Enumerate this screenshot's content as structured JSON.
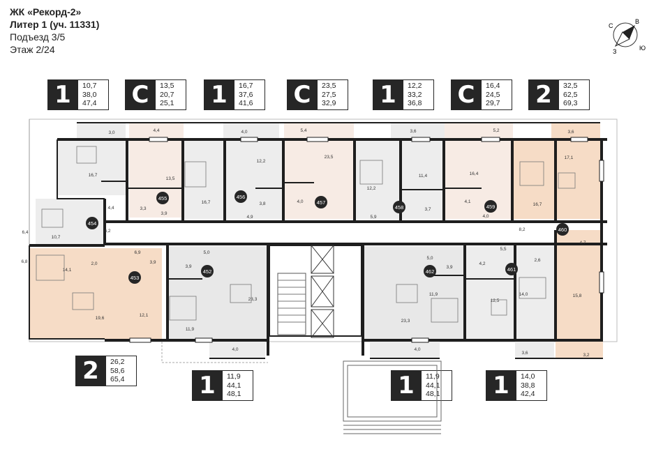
{
  "header": {
    "title": "ЖК «Рекорд-2»",
    "liter": "Литер 1 (уч. 11331)",
    "entrance": "Подъезд 3/5",
    "floor": "Этаж 2/24"
  },
  "compass": {
    "labels": [
      "С",
      "В",
      "Ю",
      "З"
    ]
  },
  "badges": [
    {
      "type": "1",
      "areas": [
        "10,7",
        "38,0",
        "47,4"
      ]
    },
    {
      "type": "С",
      "areas": [
        "13,5",
        "20,7",
        "25,1"
      ]
    },
    {
      "type": "1",
      "areas": [
        "16,7",
        "37,6",
        "41,6"
      ]
    },
    {
      "type": "С",
      "areas": [
        "23,5",
        "27,5",
        "32,9"
      ]
    },
    {
      "type": "1",
      "areas": [
        "12,2",
        "33,2",
        "36,8"
      ]
    },
    {
      "type": "С",
      "areas": [
        "16,4",
        "24,5",
        "29,7"
      ]
    },
    {
      "type": "2",
      "areas": [
        "32,5",
        "62,5",
        "69,3"
      ]
    },
    {
      "type": "2",
      "areas": [
        "26,2",
        "58,6",
        "65,4"
      ]
    },
    {
      "type": "1",
      "areas": [
        "11,9",
        "44,1",
        "48,1"
      ]
    },
    {
      "type": "1",
      "areas": [
        "11,9",
        "44,1",
        "48,1"
      ]
    },
    {
      "type": "1",
      "areas": [
        "14,0",
        "38,8",
        "42,4"
      ]
    }
  ],
  "apartments": [
    "453",
    "454",
    "455",
    "456",
    "457",
    "458",
    "459",
    "460",
    "461",
    "462",
    "452"
  ],
  "room_labels": [
    "3,0",
    "4,4",
    "4,0",
    "5,4",
    "3,6",
    "5,2",
    "3,6",
    "16,7",
    "13,5",
    "12,2",
    "23,5",
    "12,2",
    "11,4",
    "16,4",
    "17,1",
    "4,4",
    "3,3",
    "3,9",
    "16,7",
    "3,8",
    "4,9",
    "4,0",
    "5,9",
    "3,7",
    "4,1",
    "4,0",
    "16,7",
    "6,2",
    "10,7",
    "6,4",
    "8,2",
    "4,7",
    "6,8",
    "14,1",
    "2,0",
    "6,9",
    "3,9",
    "5,0",
    "3,9",
    "5,0",
    "3,9",
    "5,5",
    "4,2",
    "2,6",
    "19,6",
    "12,1",
    "11,9",
    "23,3",
    "23,3",
    "11,9",
    "12,5",
    "14,0",
    "15,8",
    "4,0",
    "4,0",
    "3,6",
    "3,2"
  ]
}
